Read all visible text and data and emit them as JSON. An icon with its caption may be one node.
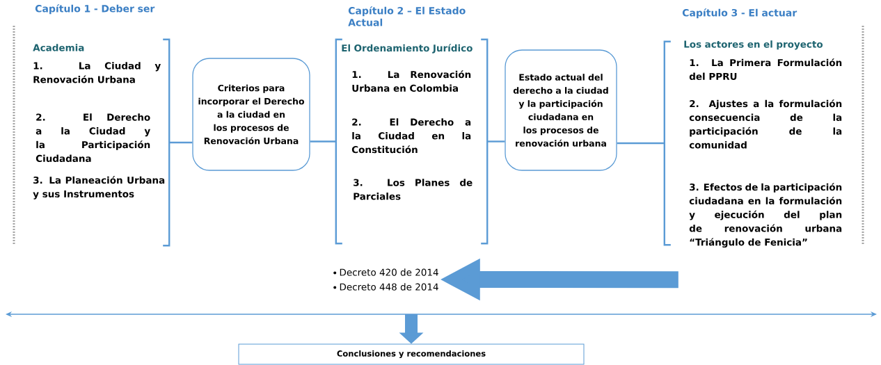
{
  "diagram": {
    "nodes": [
      {
        "text": [
          "Capítulo 1 - Deber ser",
          "Academia",
          "1. La Ciudad y Renovación Urbana",
          "2. El Derecho a la Ciudad y la Participación Ciudadana",
          "3. La Planeación Urbana y sus Instrumentos"
        ]
      },
      {
        "text": [
          "Criterios para incorporar el Derecho a la ciudad en los procesos de Renovación Urbana"
        ]
      },
      {
        "text": [
          "Capítulo 2 – El Estado Actual",
          "El Ordenamiento Jurídico",
          "1. La Renovación Urbana en Colombia",
          "2. El Derecho a la Ciudad en la Constitución",
          "3. Los Planes de Parciales"
        ]
      },
      {
        "text": [
          "Estado actual del derecho a la ciudad y la participación ciudadana en los procesos de renovación urbana"
        ]
      },
      {
        "text": [
          "Capítulo 3 - El actuar",
          "Los actores en el proyecto",
          "1. La Primera Formulación del PPRU",
          "2. Ajustes a la formulación consecuencia de la participación de la comunidad",
          "3. Efectos de la participación ciudadana en la formulación y ejecución del plan de renovación urbana “Triángulo de Fenicia”"
        ]
      },
      {
        "text": [
          "Decreto 420 de 2014",
          "Decreto 448 de 2014"
        ]
      },
      {
        "text": [
          "Conclusiones y recomendaciones"
        ]
      }
    ],
    "edges": [
      {
        "from": 0,
        "to": 1,
        "arrow": "none"
      },
      {
        "from": 1,
        "to": 2,
        "arrow": "none"
      },
      {
        "from": 2,
        "to": 3,
        "arrow": "none"
      },
      {
        "from": 3,
        "to": 4,
        "arrow": "none"
      },
      {
        "from": 4,
        "to": 5,
        "arrow": "to",
        "style": "thick"
      },
      {
        "from": null,
        "to": 6,
        "arrow": "to",
        "style": "thick"
      }
    ]
  }
}
